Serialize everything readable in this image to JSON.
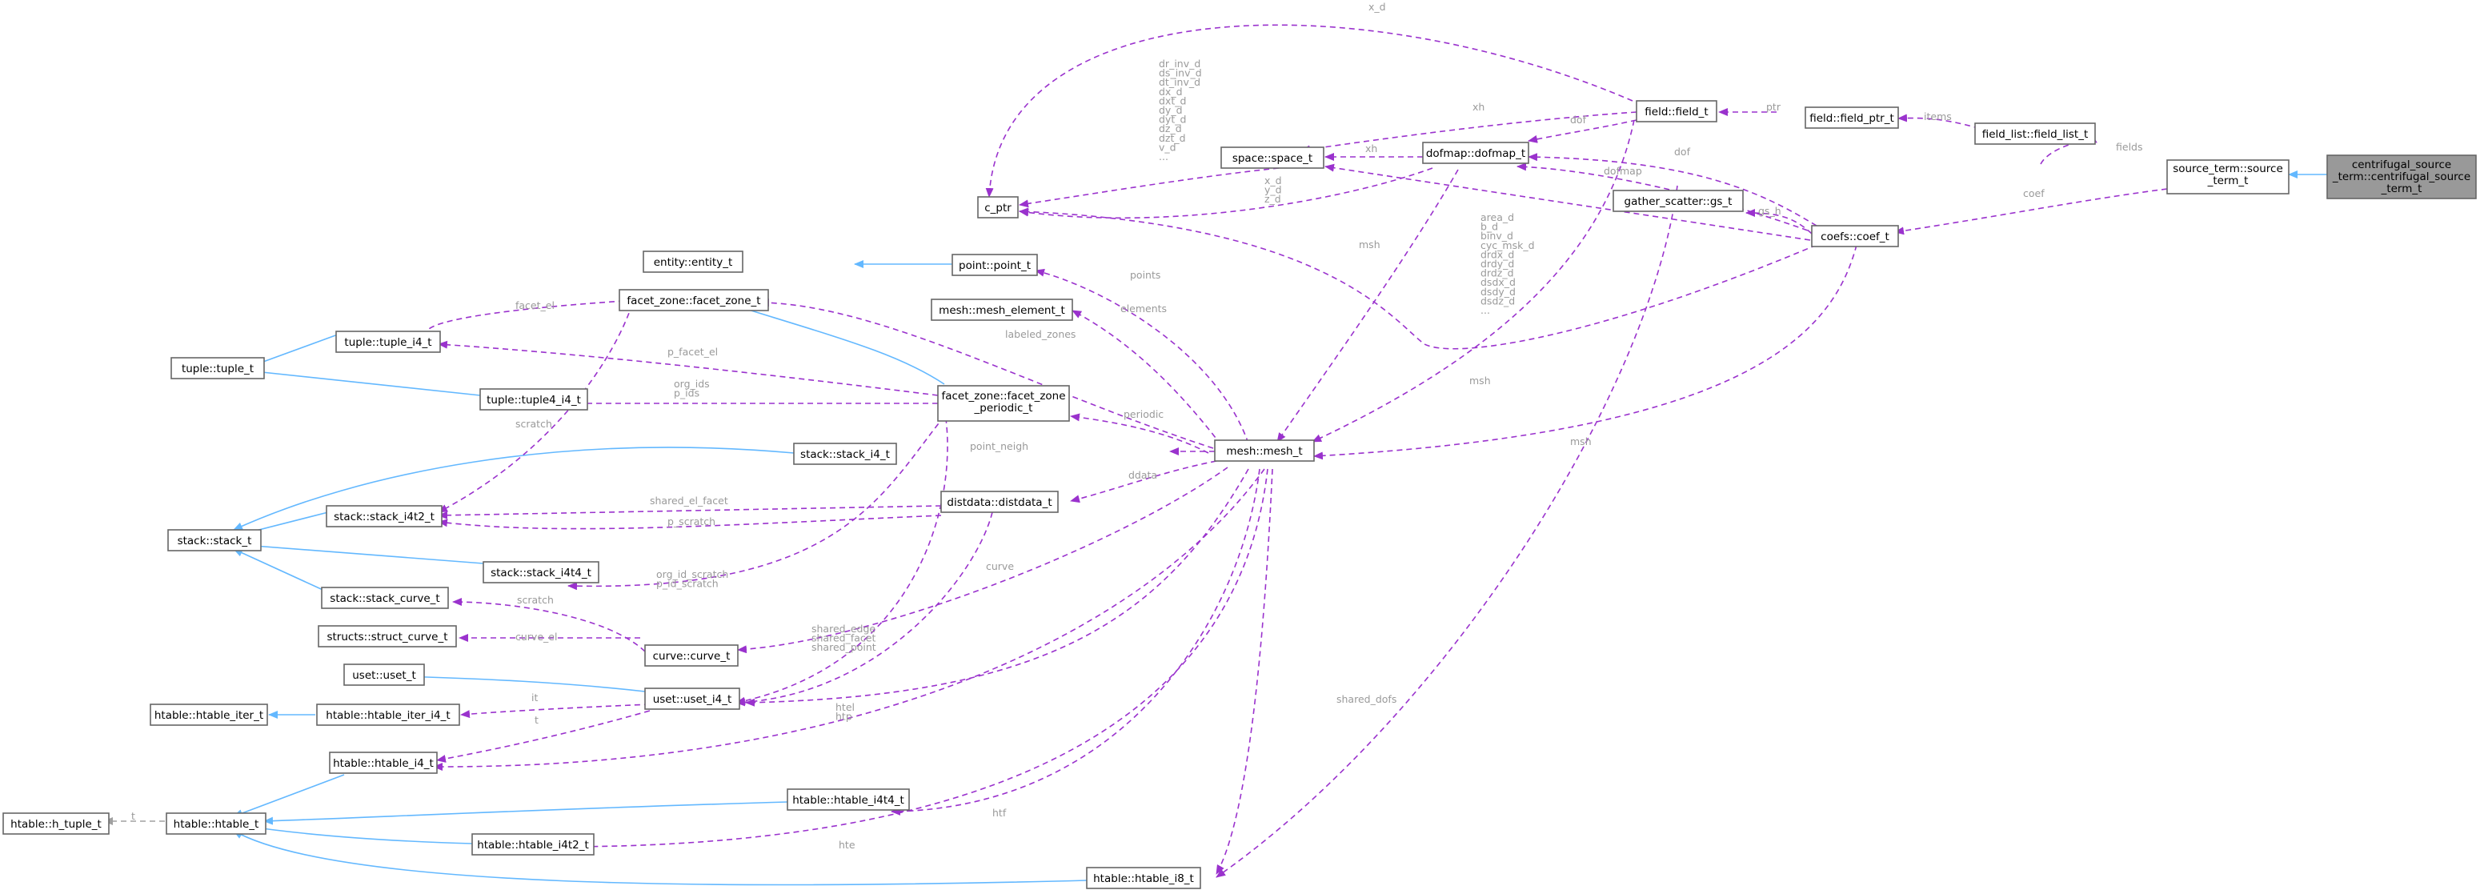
{
  "nodes": {
    "centrifugal": "centrifugal_source\n_term::centrifugal_source\n_term_t",
    "source_term": "source_term::source\n_term_t",
    "field_list": "field_list::field_list_t",
    "field_ptr": "field::field_ptr_t",
    "field": "field::field_t",
    "dofmap": "dofmap::dofmap_t",
    "space": "space::space_t",
    "c_ptr": "c_ptr",
    "gather_scatter": "gather_scatter::gs_t",
    "coefs": "coefs::coef_t",
    "entity": "entity::entity_t",
    "point": "point::point_t",
    "mesh_element": "mesh::mesh_element_t",
    "facet_zone": "facet_zone::facet_zone_t",
    "tuple_i4": "tuple::tuple_i4_t",
    "tuple": "tuple::tuple_t",
    "tuple4_i4": "tuple::tuple4_i4_t",
    "facet_zone_periodic": "facet_zone::facet_zone\n_periodic_t",
    "mesh": "mesh::mesh_t",
    "stack_i4": "stack::stack_i4_t",
    "stack": "stack::stack_t",
    "stack_i4t2": "stack::stack_i4t2_t",
    "distdata": "distdata::distdata_t",
    "stack_i4t4": "stack::stack_i4t4_t",
    "stack_curve": "stack::stack_curve_t",
    "struct_curve": "structs::struct_curve_t",
    "curve": "curve::curve_t",
    "uset": "uset::uset_t",
    "uset_i4": "uset::uset_i4_t",
    "htable_iter": "htable::htable_iter_t",
    "htable_iter_i4": "htable::htable_iter_i4_t",
    "htable_i4": "htable::htable_i4_t",
    "htable_i4t4": "htable::htable_i4t4_t",
    "h_tuple": "htable::h_tuple_t",
    "htable": "htable::htable_t",
    "htable_i4t2": "htable::htable_i4t2_t",
    "htable_i8": "htable::htable_i8_t"
  },
  "labels": {
    "x_d": "x_d",
    "ptr": "ptr",
    "items": "items",
    "fields": "fields",
    "coef": "coef",
    "xh_field": "xh",
    "dof_field": "dof",
    "xh_dofmap": "xh",
    "cptr_list": "dr_inv_d\nds_inv_d\ndt_inv_d\ndx_d\ndxt_d\ndy_d\ndyt_d\ndz_d\ndzt_d\nv_d\n...",
    "xyz_d": "x_d\ny_d\nz_d",
    "dof_coef": "dof",
    "dofmap_coef": "dofmap",
    "xh_coef": "xh",
    "gs_h": "gs_h",
    "area_list": "area_d\nb_d\nbinv_d\ncyc_msk_d\ndrdx_d\ndrdy_d\ndrdz_d\ndsdx_d\ndsdy_d\ndsdz_d\n...",
    "msh_dofmap": "msh",
    "msh_field": "msh",
    "msh_coef": "msh",
    "points": "points",
    "elements": "elements",
    "labeled_zones": "labeled_zones",
    "facet_el": "facet_el",
    "p_facet_el": "p_facet_el",
    "org_ids": "org_ids\np_ids",
    "scratch_fz": "scratch",
    "periodic": "periodic",
    "point_neigh": "point_neigh",
    "ddata": "ddata",
    "shared_el_facet": "shared_el_facet",
    "p_scratch": "p_scratch",
    "org_id_scratch": "org_id_scratch\np_id_scratch",
    "curve_lbl": "curve",
    "scratch_curve": "scratch",
    "curve_el": "curve_el",
    "shared_list": "shared_edge\nshared_facet\nshared_point",
    "it": "it",
    "t": "t",
    "htel": "htel\nhtp",
    "htf": "htf",
    "hte": "hte",
    "shared_dofs": "shared_dofs",
    "tpl_t": "t"
  },
  "colors": {
    "inheritance": "#63b8ff",
    "usage": "#9a32cd",
    "template": "#a0a0a0",
    "highlight_fill": "#999999",
    "label": "#9a9a9a"
  }
}
